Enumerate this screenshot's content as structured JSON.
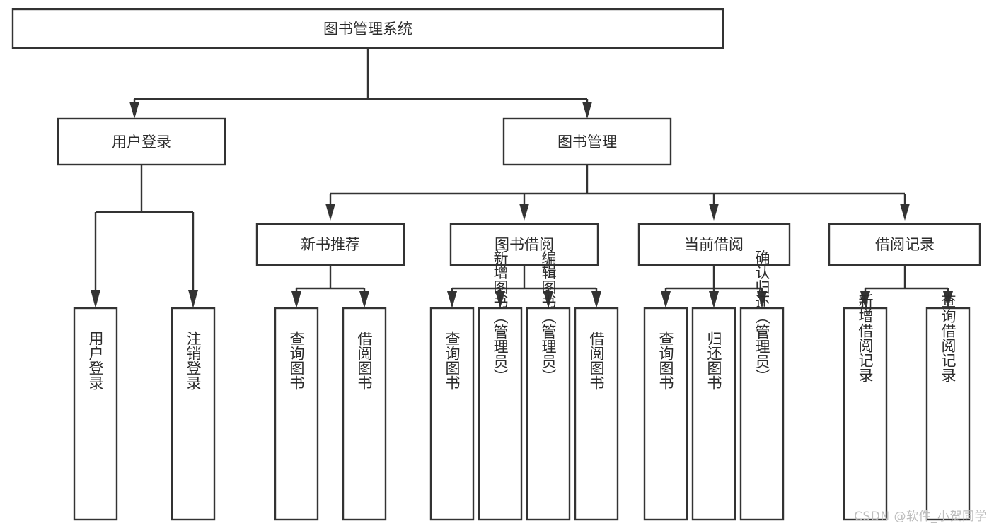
{
  "diagram": {
    "type": "tree",
    "title": "图书管理系统",
    "watermark": "CSDN @软件_小贺同学",
    "colors": {
      "stroke": "#333333",
      "fill": "#ffffff",
      "text": "#2b2b2b",
      "watermark": "#bdbdbd"
    },
    "levels": {
      "root": {
        "label": "图书管理系统"
      },
      "level2": [
        {
          "label": "用户登录"
        },
        {
          "label": "图书管理"
        }
      ],
      "level3": [
        {
          "label": "新书推荐"
        },
        {
          "label": "图书借阅"
        },
        {
          "label": "当前借阅"
        },
        {
          "label": "借阅记录"
        }
      ],
      "leaves": [
        {
          "label": "用户登录",
          "parent": "用户登录"
        },
        {
          "label": "注销登录",
          "parent": "用户登录"
        },
        {
          "label": "查询图书",
          "parent": "新书推荐"
        },
        {
          "label": "借阅图书",
          "parent": "新书推荐"
        },
        {
          "label": "查询图书",
          "parent": "图书借阅"
        },
        {
          "label": "新增图书（管理员）",
          "parent": "图书借阅"
        },
        {
          "label": "编辑图书（管理员）",
          "parent": "图书借阅"
        },
        {
          "label": "借阅图书",
          "parent": "图书借阅"
        },
        {
          "label": "查询图书",
          "parent": "当前借阅"
        },
        {
          "label": "归还图书",
          "parent": "当前借阅"
        },
        {
          "label": "确认归还（管理员）",
          "parent": "当前借阅"
        },
        {
          "label": "新增借阅记录",
          "parent": "借阅记录"
        },
        {
          "label": "查询借阅记录",
          "parent": "借阅记录"
        }
      ]
    }
  }
}
